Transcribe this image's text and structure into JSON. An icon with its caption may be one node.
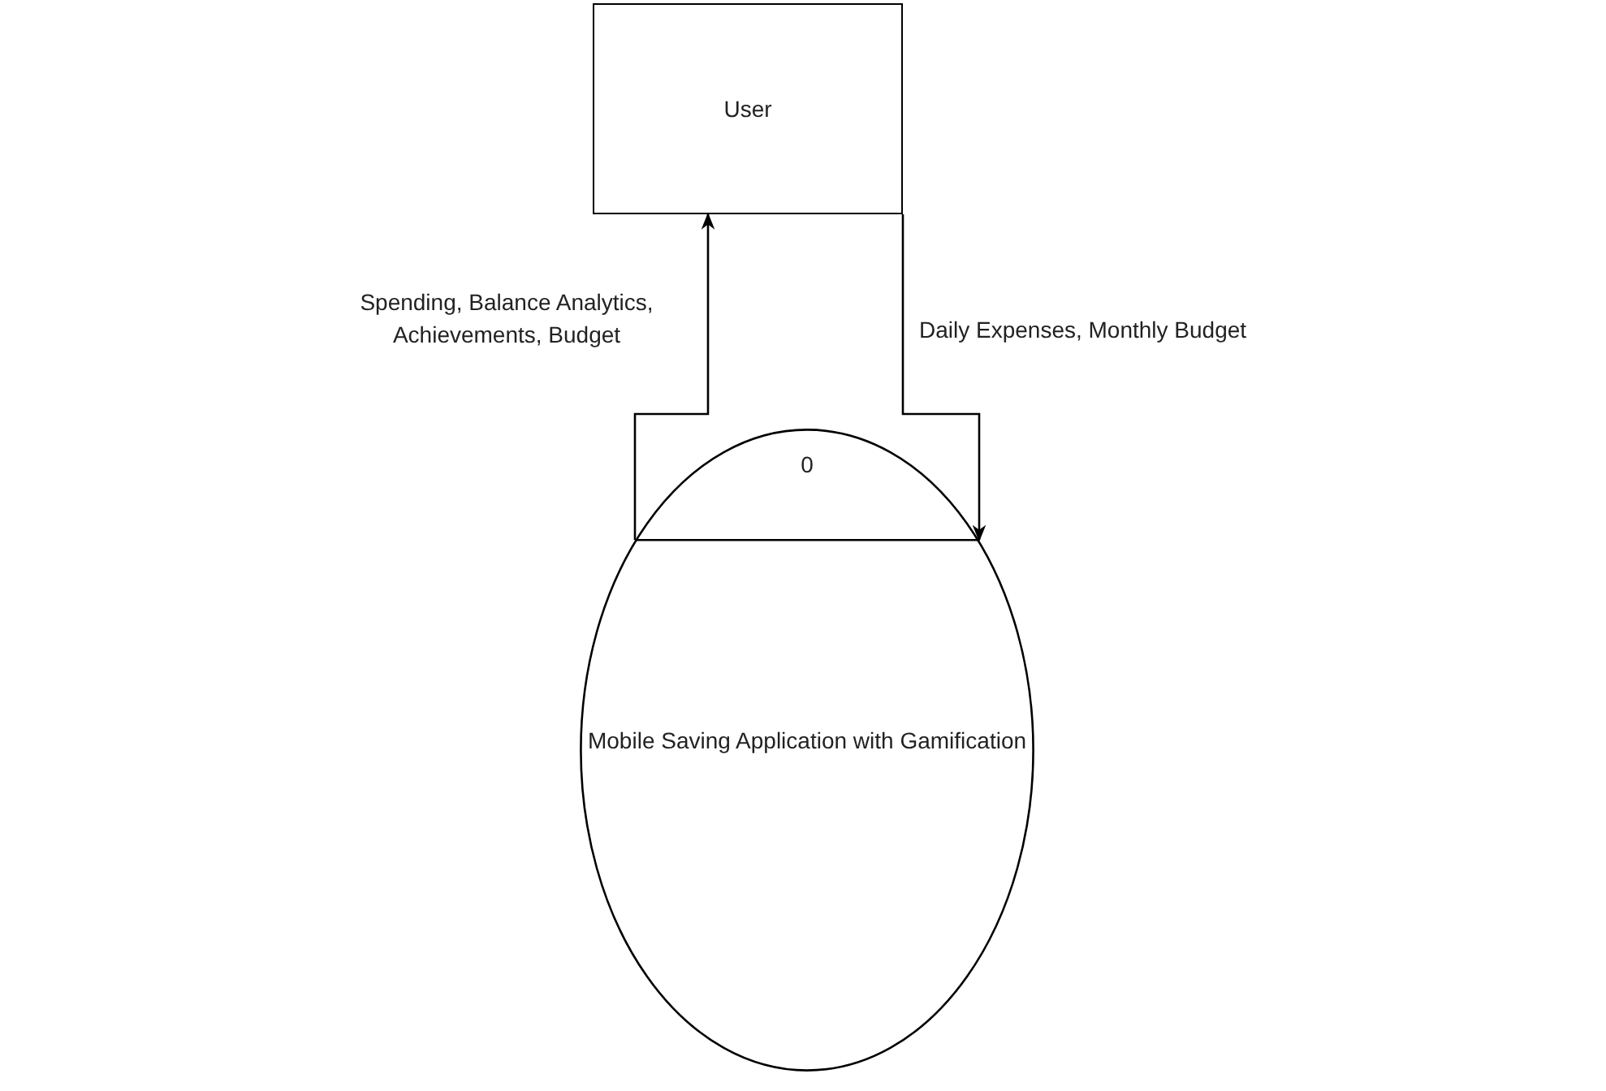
{
  "diagram": {
    "nodes": [
      {
        "text": [
          "User"
        ]
      },
      {
        "text": [
          "0",
          "Mobile Saving Application with Gamification"
        ]
      }
    ],
    "edges": [
      {
        "from": 1,
        "to": 0,
        "arrow": "to",
        "label": "Spending, Balance Analytics, Achievements, Budget"
      },
      {
        "from": 0,
        "to": 1,
        "arrow": "to",
        "label": "Daily Expenses, Monthly Budget"
      }
    ]
  }
}
